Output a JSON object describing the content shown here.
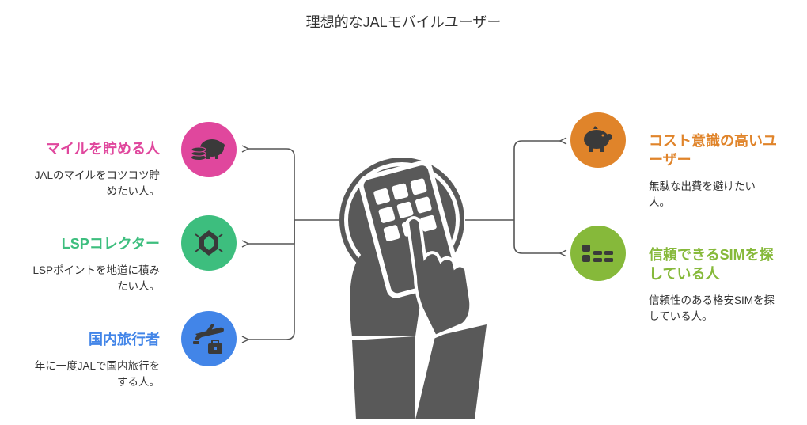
{
  "title": "理想的なJALモバイルユーザー",
  "colors": {
    "pink": "#e0479d",
    "green": "#3dbe7e",
    "blue": "#4285e8",
    "orange": "#e0842a",
    "lime": "#86b93a",
    "hand": "#595959",
    "line": "#555555"
  },
  "left": [
    {
      "head": "マイルを貯める人",
      "desc": "JALのマイルをコツコツ貯めたい人。",
      "icon": "piggy-bank-coins-icon",
      "color": "#e0479d"
    },
    {
      "head": "LSPコレクター",
      "desc": "LSPポイントを地道に積みたい人。",
      "icon": "gem-icon",
      "color": "#3dbe7e"
    },
    {
      "head": "国内旅行者",
      "desc": "年に一度JALで国内旅行をする人。",
      "icon": "airplane-briefcase-icon",
      "color": "#4285e8"
    }
  ],
  "right": [
    {
      "head": "コスト意識の高いユーザー",
      "desc": "無駄な出費を避けたい人。",
      "icon": "piggy-bank-icon",
      "color": "#e0842a"
    },
    {
      "head": "信頼できるSIMを探している人",
      "desc": "信頼性のある格安SIMを探している人。",
      "icon": "sim-card-icon",
      "color": "#86b93a"
    }
  ]
}
